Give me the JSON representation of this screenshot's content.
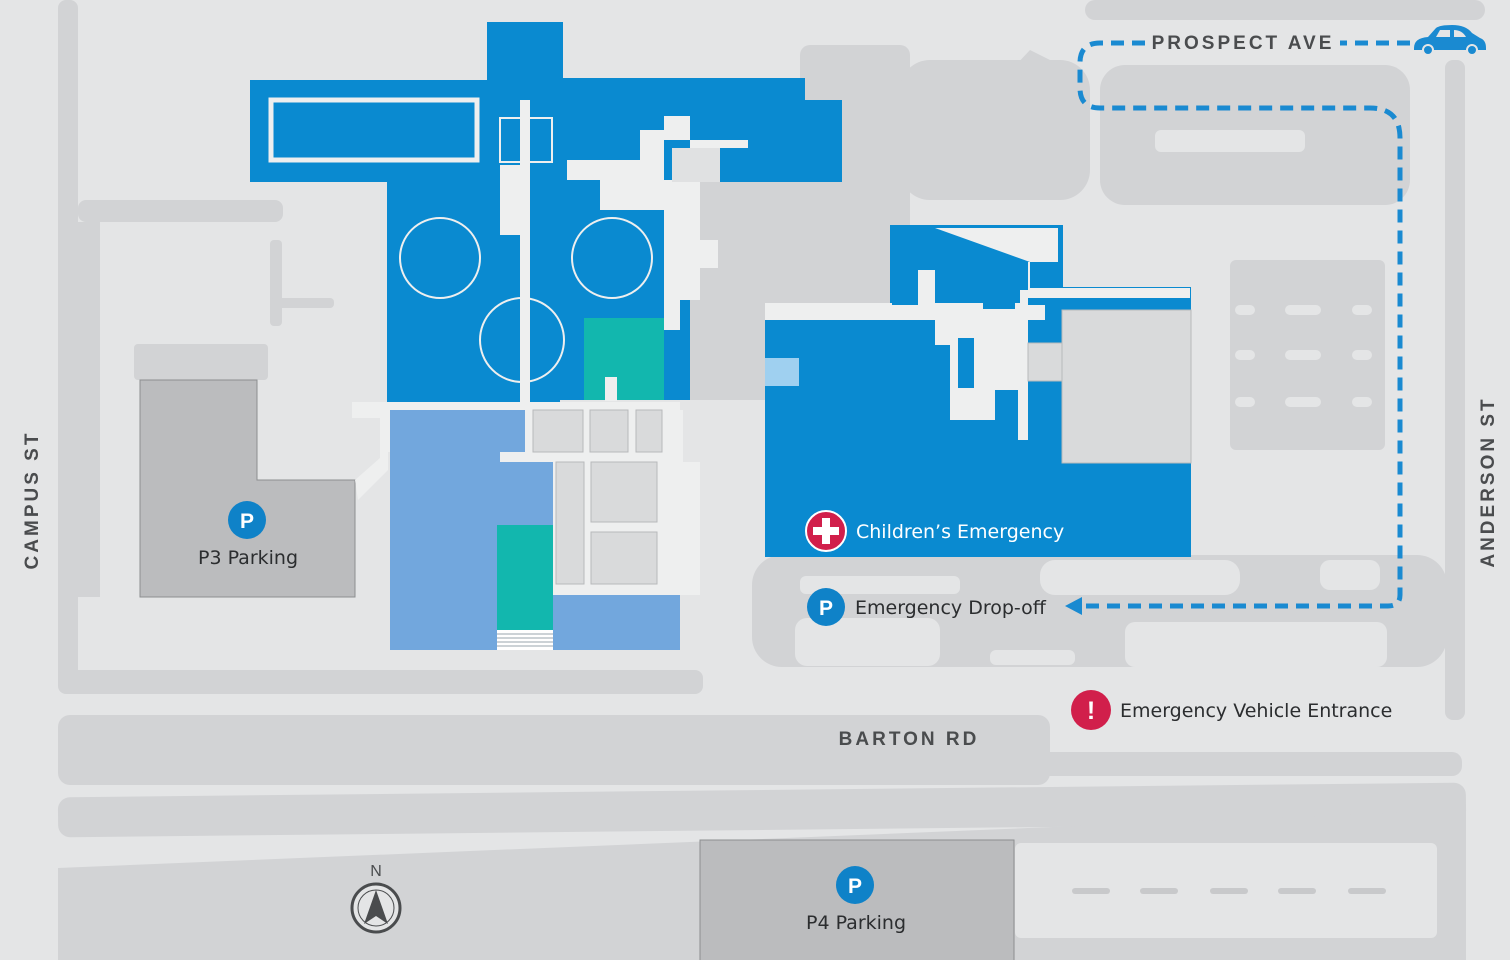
{
  "streets": {
    "prospect": "PROSPECT AVE",
    "campus": "CAMPUS ST",
    "anderson": "ANDERSON ST",
    "barton": "BARTON RD"
  },
  "places": {
    "p3": {
      "icon_letter": "P",
      "label": "P3 Parking"
    },
    "p4": {
      "icon_letter": "P",
      "label": "P4 Parking"
    },
    "childrens_emergency": {
      "icon": "plus-icon",
      "label": "Children’s Emergency"
    },
    "emergency_dropoff": {
      "icon_letter": "P",
      "label": "Emergency Drop-off"
    },
    "emergency_vehicle": {
      "icon_letter": "!",
      "label": "Emergency Vehicle Entrance"
    }
  },
  "compass": {
    "label": "N",
    "icon": "north-arrow-icon"
  },
  "route": {
    "icon": "car-icon"
  },
  "colors": {
    "background": "#e4e5e6",
    "road": "#d2d3d5",
    "building_primary": "#0a8ad0",
    "building_light": "#72a7dd",
    "building_teal": "#12b7ae",
    "building_pale": "#eeefef",
    "parking_structure": "#bbbcbe",
    "parking_icon": "#0f82c8",
    "emergency_icon": "#d11f4b",
    "route_line": "#1a8ad1"
  }
}
